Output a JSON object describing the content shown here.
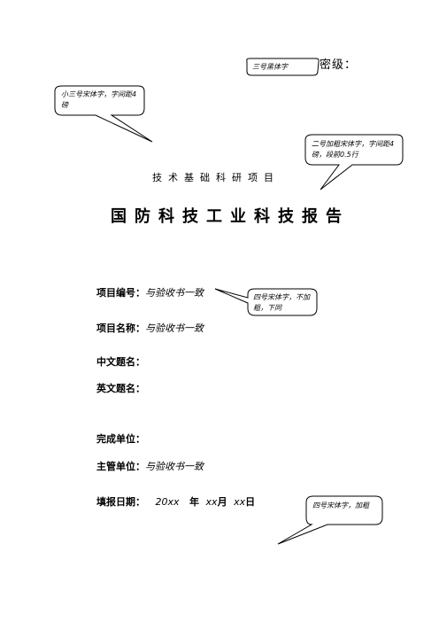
{
  "header": {
    "secret_level": "密级："
  },
  "cover": {
    "subtitle": "技术基础科研项目",
    "title": "国防科技工业科技报告"
  },
  "fields": [
    {
      "label": "项目编号：",
      "value": "与验收书一致"
    },
    {
      "label": "项目名称：",
      "value": "与验收书一致"
    },
    {
      "label": "中文题名：",
      "value": ""
    },
    {
      "label": "英文题名：",
      "value": ""
    },
    {
      "label": "完成单位：",
      "value": ""
    },
    {
      "label": "主管单位：",
      "value": "与验收书一致"
    }
  ],
  "date_field": {
    "label": "填报日期：",
    "year": "20xx",
    "year_unit": "年",
    "month": "xx",
    "month_unit": "月",
    "day": "xx",
    "day_unit": "日"
  },
  "callouts": {
    "secret_note": "三号黑体字",
    "subtitle_note": "小三号宋体字，字间距4磅",
    "title_note": "二号加粗宋体字，字间距4磅，段前0.5行",
    "field_note": "四号宋体字，不加粗，下同",
    "label_note": "四号宋体字，加粗"
  }
}
